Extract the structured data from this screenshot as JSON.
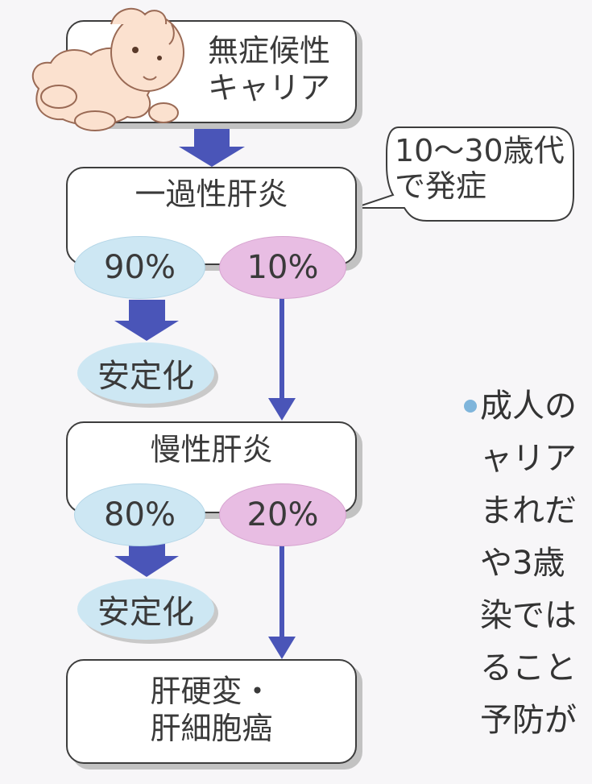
{
  "carrier": {
    "line1": "無症候性",
    "line2": "キャリア"
  },
  "bubble": {
    "line1": "10〜30歳代",
    "line2": "で発症"
  },
  "transient": {
    "title": "一過性肝炎",
    "left_pct": "90%",
    "right_pct": "10%",
    "outcome": "安定化"
  },
  "chronic": {
    "title": "慢性肝炎",
    "left_pct": "80%",
    "right_pct": "20%",
    "outcome": "安定化"
  },
  "final": {
    "line1": "肝硬変・",
    "line2": "肝細胞癌"
  },
  "note": {
    "lines": [
      "成人の",
      "ャリア",
      "まれだ",
      "や3歳",
      "染では",
      "ること",
      "予防が"
    ]
  },
  "colors": {
    "arrow": "#4a55b8",
    "blue": "#cde7f3",
    "pink": "#e8bde3",
    "border": "#3d3d3d"
  }
}
